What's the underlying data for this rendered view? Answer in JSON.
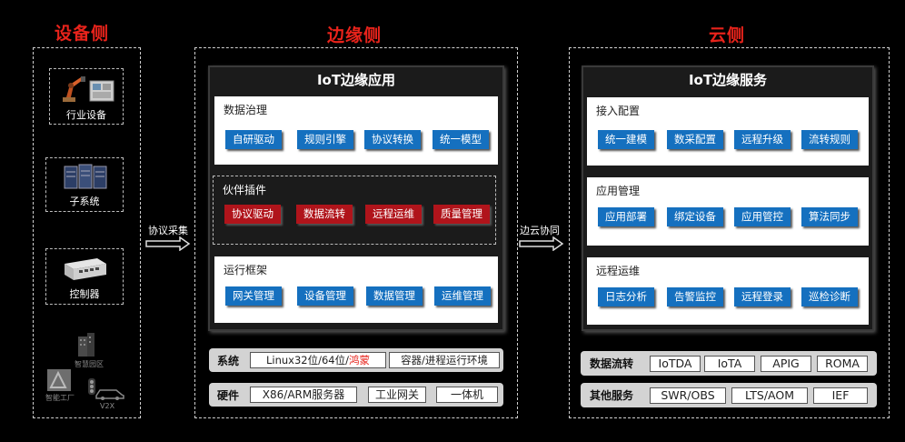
{
  "columns": {
    "device": "设备侧",
    "edge": "边缘侧",
    "cloud": "云侧"
  },
  "device_side": {
    "industry": "行业设备",
    "subsystem": "子系统",
    "controller": "控制器",
    "park": "智慧园区",
    "factory": "智能工厂",
    "v2x": "V2X"
  },
  "arrows": {
    "collect": "协议采集",
    "edge_cloud": "边云协同"
  },
  "edge_app": {
    "title": "IoT边缘应用",
    "data_governance": {
      "title": "数据治理",
      "items": [
        "自研驱动",
        "规则引擎",
        "协议转换",
        "统一模型"
      ]
    },
    "partner_plugin": {
      "title": "伙伴插件",
      "items": [
        "协议驱动",
        "数据流转",
        "远程运维",
        "质量管理"
      ]
    },
    "runtime": {
      "title": "运行框架",
      "items": [
        "网关管理",
        "设备管理",
        "数据管理",
        "运维管理"
      ]
    }
  },
  "edge_bars": {
    "system": {
      "label": "系统",
      "os_prefix": "Linux32位/64位/",
      "os_highlight": "鸿蒙",
      "container": "容器/进程运行环境"
    },
    "hardware": {
      "label": "硬件",
      "items": [
        "X86/ARM服务器",
        "工业网关",
        "一体机"
      ]
    }
  },
  "cloud_service": {
    "title": "IoT边缘服务",
    "access": {
      "title": "接入配置",
      "items": [
        "统一建模",
        "数采配置",
        "远程升级",
        "流转规则"
      ]
    },
    "app_mgmt": {
      "title": "应用管理",
      "items": [
        "应用部署",
        "绑定设备",
        "应用管控",
        "算法同步"
      ]
    },
    "remote_ops": {
      "title": "远程运维",
      "items": [
        "日志分析",
        "告警监控",
        "远程登录",
        "巡检诊断"
      ]
    }
  },
  "cloud_bars": {
    "data_flow": {
      "label": "数据流转",
      "items": [
        "IoTDA",
        "IoTA",
        "APIG",
        "ROMA"
      ]
    },
    "other": {
      "label": "其他服务",
      "items": [
        "SWR/OBS",
        "LTS/AOM",
        "IEF"
      ]
    }
  },
  "colors": {
    "title_red": "#e8231b",
    "chip_blue": "#1570bf",
    "chip_red": "#b0141b"
  }
}
